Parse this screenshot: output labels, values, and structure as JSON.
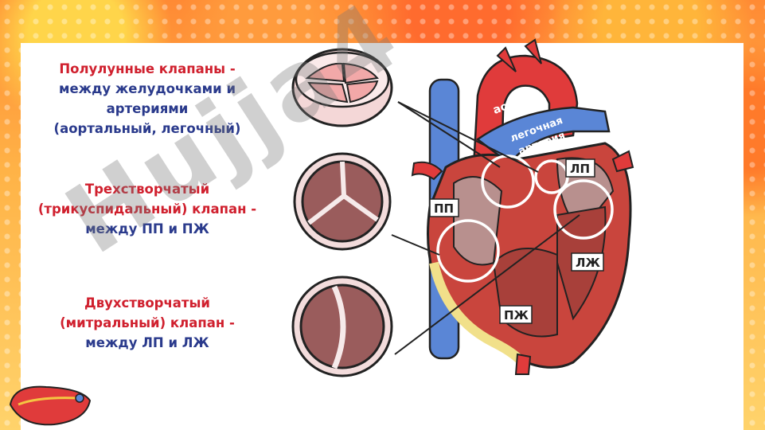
{
  "captions": {
    "semilunar": {
      "line1": "Полулунные клапаны -",
      "line2": "между желудочками и",
      "line3": "артериями",
      "line4": "(аортальный, легочный)"
    },
    "tricuspid": {
      "line1": "Трехстворчатый",
      "line2a": "(трикуспидальный) клапан -",
      "line3": "между ПП и ПЖ"
    },
    "mitral": {
      "line1": "Двухстворчатый",
      "line2a": "(митральный) клапан -",
      "line3": "между ЛП и ЛЖ"
    }
  },
  "heart_labels": {
    "aorta": "аорта",
    "pulmonary_1": "легочная",
    "pulmonary_2": "артерия",
    "lp": "ЛП",
    "pp": "ПП",
    "lzh": "ЛЖ",
    "pzh": "ПЖ"
  },
  "watermark": "Hujja4",
  "colors": {
    "red_text": "#d0202e",
    "blue_text": "#2a3a8c",
    "heart_red": "#e03b3b",
    "vessel_blue": "#5a86d6",
    "valve_fill": "#9a5c5c"
  }
}
